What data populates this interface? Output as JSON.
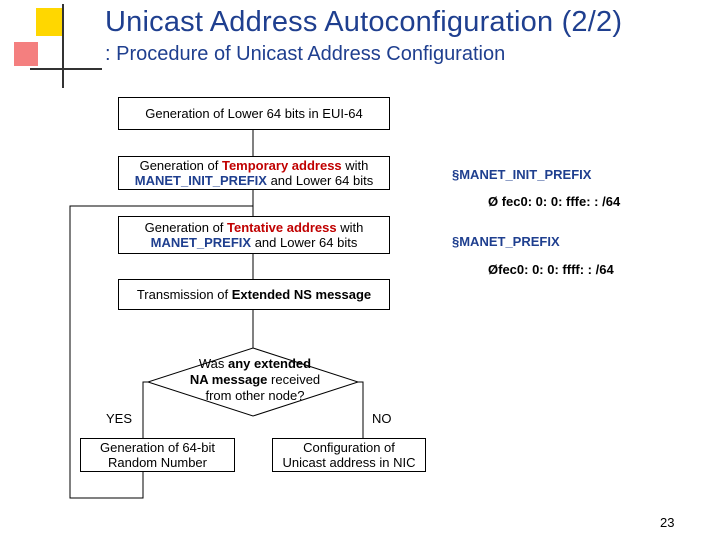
{
  "slide": {
    "title": "Unicast Address Autoconfiguration (2/2)",
    "subtitle": ": Procedure of Unicast Address Configuration",
    "page_number": "23"
  },
  "flow": {
    "step1": "Generation  of Lower 64 bits in EUI-64",
    "step2": {
      "pre": "Generation of ",
      "highlight": "Temporary address",
      "mid": "  with",
      "prefix": "MANET_INIT_PREFIX",
      "post": " and Lower 64 bits"
    },
    "step3": {
      "pre": "Generation of ",
      "highlight": "Tentative address",
      "mid": "  with",
      "prefix": "MANET_PREFIX",
      "post": " and  Lower 64 bits"
    },
    "step4": {
      "pre": "Transmission of ",
      "bold": "Extended NS message"
    },
    "decision": {
      "line1_pre": "Was ",
      "line1_bold": "any extended",
      "line2_bold": "NA message",
      "line2_post": " received",
      "line3": "from other node?"
    },
    "yes_label": "YES",
    "no_label": "NO",
    "yes_box": {
      "line1": "Generation of 64-bit",
      "line2": "Random Number"
    },
    "no_box": {
      "line1": "Configuration of",
      "line2": "Unicast address in NIC"
    }
  },
  "notes": {
    "init_prefix_label": "§MANET_INIT_PREFIX",
    "init_prefix_value": "Ø fec0: 0: 0: fffe: : /64",
    "prefix_label": "§MANET_PREFIX",
    "prefix_value": "Øfec0: 0: 0: ffff: : /64"
  }
}
